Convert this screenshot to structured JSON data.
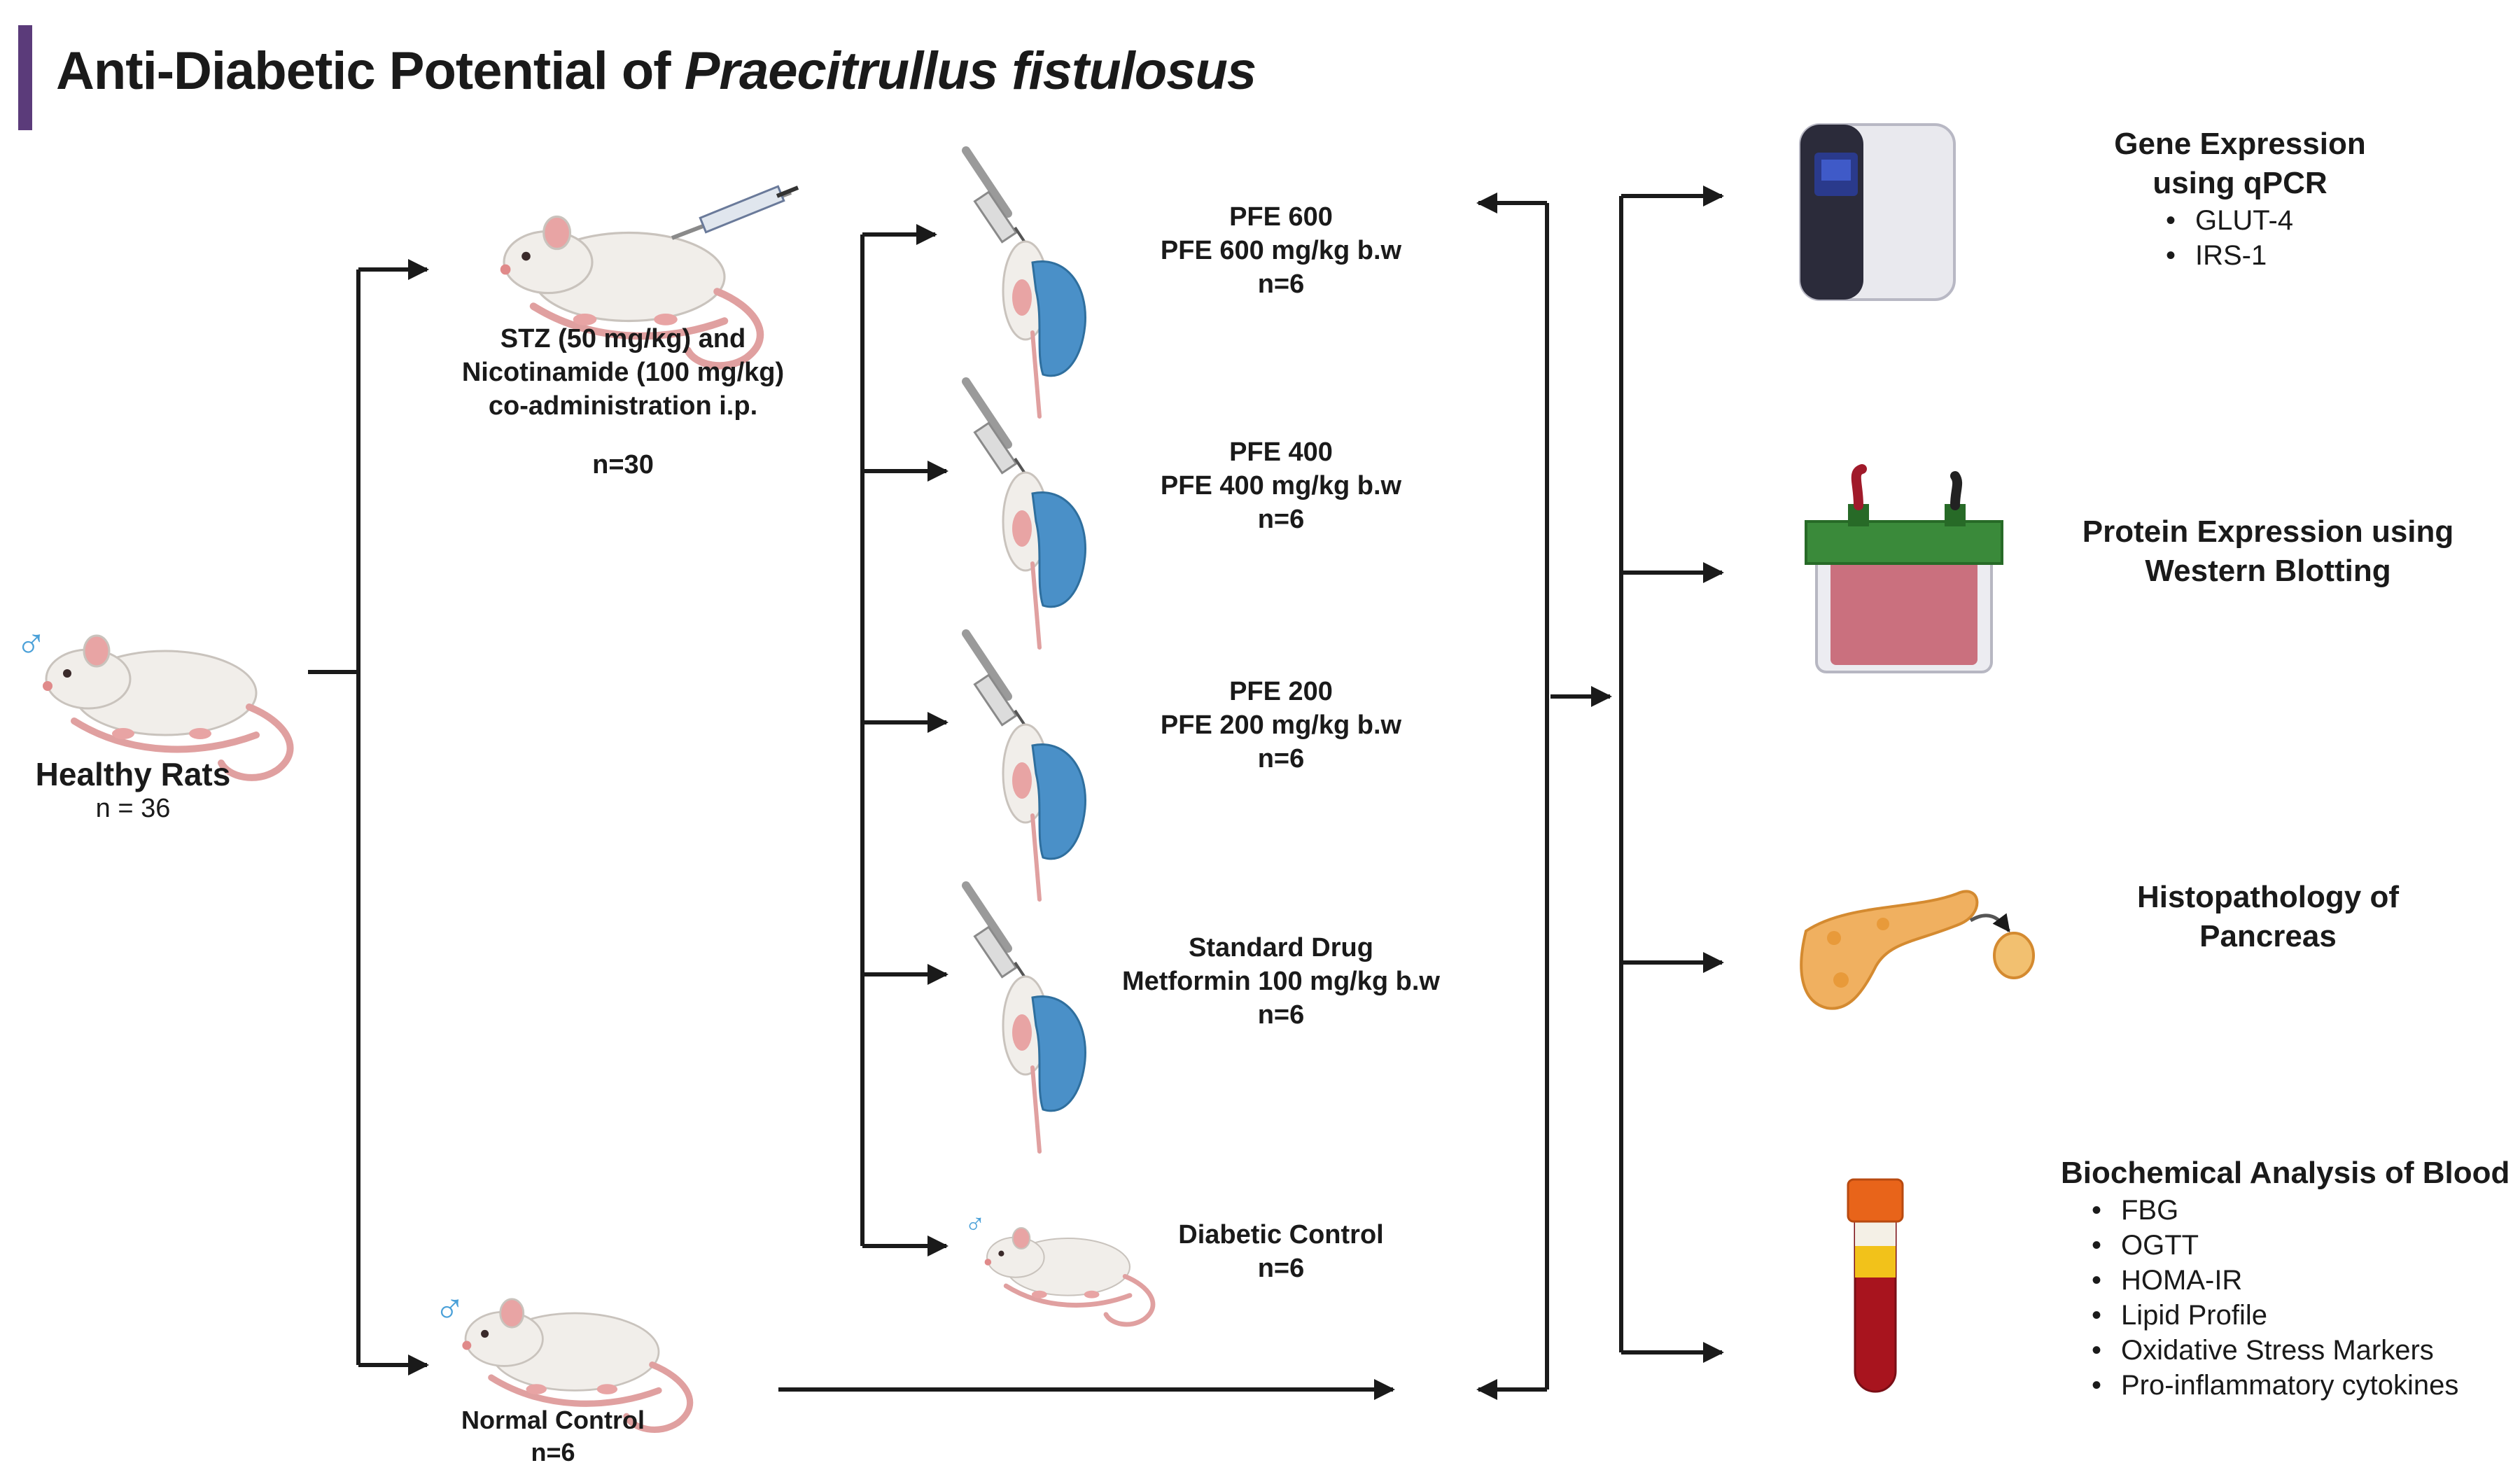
{
  "title": {
    "prefix": "Anti-Diabetic Potential of ",
    "species": "Praecitrullus fistulosus",
    "accent_color": "#5b3b7a"
  },
  "healthy": {
    "label": "Healthy Rats",
    "n": "n = 36",
    "sex_symbol": "♂"
  },
  "induction": {
    "line1": "STZ (50 mg/kg) and",
    "line2": "Nicotinamide (100 mg/kg)",
    "line3": "co-administration i.p.",
    "n": "n=30"
  },
  "normal_control": {
    "label": "Normal Control",
    "n": "n=6",
    "sex_symbol": "♂"
  },
  "groups": [
    {
      "name": "PFE 600",
      "dose": "PFE 600 mg/kg b.w",
      "n": "n=6"
    },
    {
      "name": "PFE 400",
      "dose": "PFE 400 mg/kg b.w",
      "n": "n=6"
    },
    {
      "name": "PFE 200",
      "dose": "PFE 200 mg/kg b.w",
      "n": "n=6"
    },
    {
      "name": "Standard Drug",
      "dose": "Metformin 100 mg/kg b.w",
      "n": "n=6"
    },
    {
      "name": "Diabetic Control",
      "n": "n=6",
      "sex_symbol": "♂"
    }
  ],
  "outcomes": {
    "gene": {
      "line1": "Gene Expression",
      "line2": "using qPCR",
      "items": [
        "GLUT-4",
        "IRS-1"
      ]
    },
    "protein": {
      "line1": "Protein Expression using",
      "line2": "Western Blotting"
    },
    "histo": {
      "line1": "Histopathology of",
      "line2": "Pancreas"
    },
    "blood": {
      "line1": "Biochemical Analysis of Blood",
      "items": [
        "FBG",
        "OGTT",
        "HOMA-IR",
        "Lipid Profile",
        "Oxidative Stress Markers",
        "Pro-inflammatory cytokines"
      ]
    }
  },
  "colors": {
    "arrow": "#1a1a1a",
    "glove": "#4a90c8",
    "rat_fur": "#f1eeea",
    "rat_pink": "#e8a4a4",
    "male_symbol": "#4aa0d8",
    "qpcr_body": "#e9e9ee",
    "qpcr_screen": "#2a3a8c",
    "gel_lid": "#3a8a3a",
    "gel_fluid": "#c45a6a",
    "pancreas": "#f0b060",
    "blood": "#a8141e",
    "serum": "#f2c21a",
    "tube_cap": "#e8641a"
  }
}
